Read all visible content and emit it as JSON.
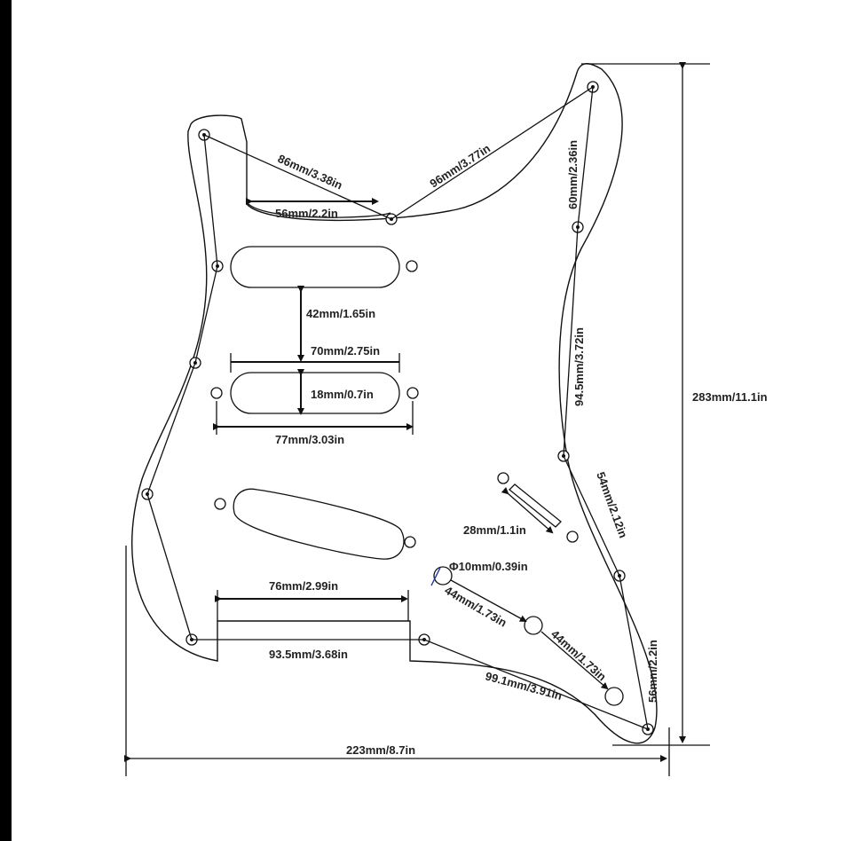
{
  "labels": {
    "d86": "86mm/3.38in",
    "d96": "96mm/3.77in",
    "d56top": "56mm/2.2in",
    "d60": "60mm/2.36in",
    "d42": "42mm/1.65in",
    "d70": "70mm/2.75in",
    "d18": "18mm/0.7in",
    "d77": "77mm/3.03in",
    "d945": "94.5mm/3.72in",
    "d283": "283mm/11.1in",
    "d54": "54mm/2.12in",
    "d28": "28mm/1.1in",
    "d10": "Φ10mm/0.39in",
    "d44a": "44mm/1.73in",
    "d44b": "44mm/1.73in",
    "d76": "76mm/2.99in",
    "d935": "93.5mm/3.68in",
    "d991": "99.1mm/3.91in",
    "d56right": "56mm/2.2in",
    "d223": "223mm/8.7in"
  }
}
